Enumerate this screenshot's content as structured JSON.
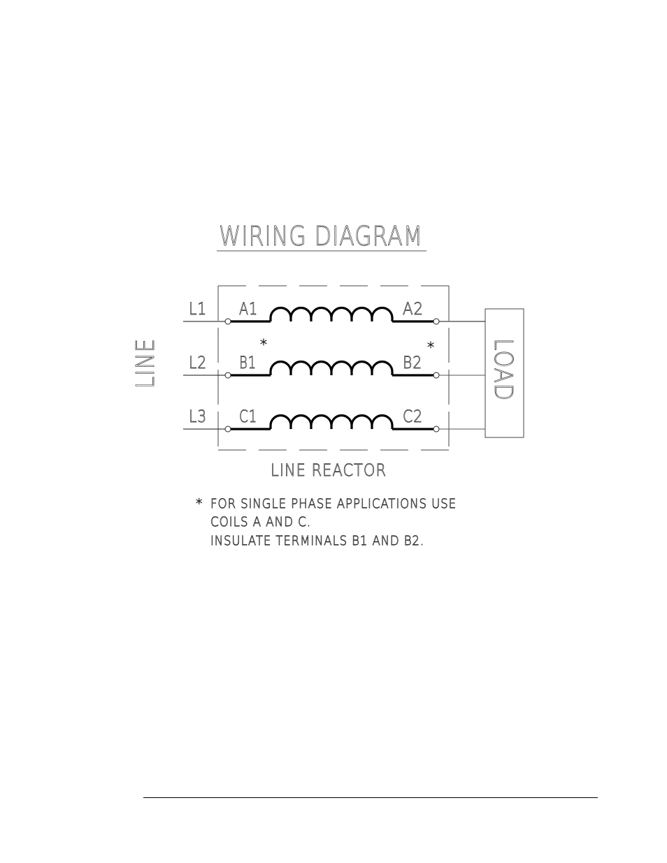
{
  "title": "WIRING DIAGRAM",
  "side_labels": {
    "line": "LINE",
    "load": "LOAD"
  },
  "enclosure_label": "LINE REACTOR",
  "phases": [
    {
      "line": "L1",
      "in_terminal": "A1",
      "out_terminal": "A2",
      "in_marker": "",
      "out_marker": ""
    },
    {
      "line": "L2",
      "in_terminal": "B1",
      "out_terminal": "B2",
      "in_marker": "*",
      "out_marker": "*"
    },
    {
      "line": "L3",
      "in_terminal": "C1",
      "out_terminal": "C2",
      "in_marker": "",
      "out_marker": ""
    }
  ],
  "note": {
    "marker": "*",
    "lines": [
      "FOR SINGLE PHASE APPLICATIONS USE",
      "COILS A AND C.",
      "INSULATE TERMINALS B1 AND B2."
    ]
  },
  "colors": {
    "ink": "#000000",
    "background": "#ffffff"
  }
}
